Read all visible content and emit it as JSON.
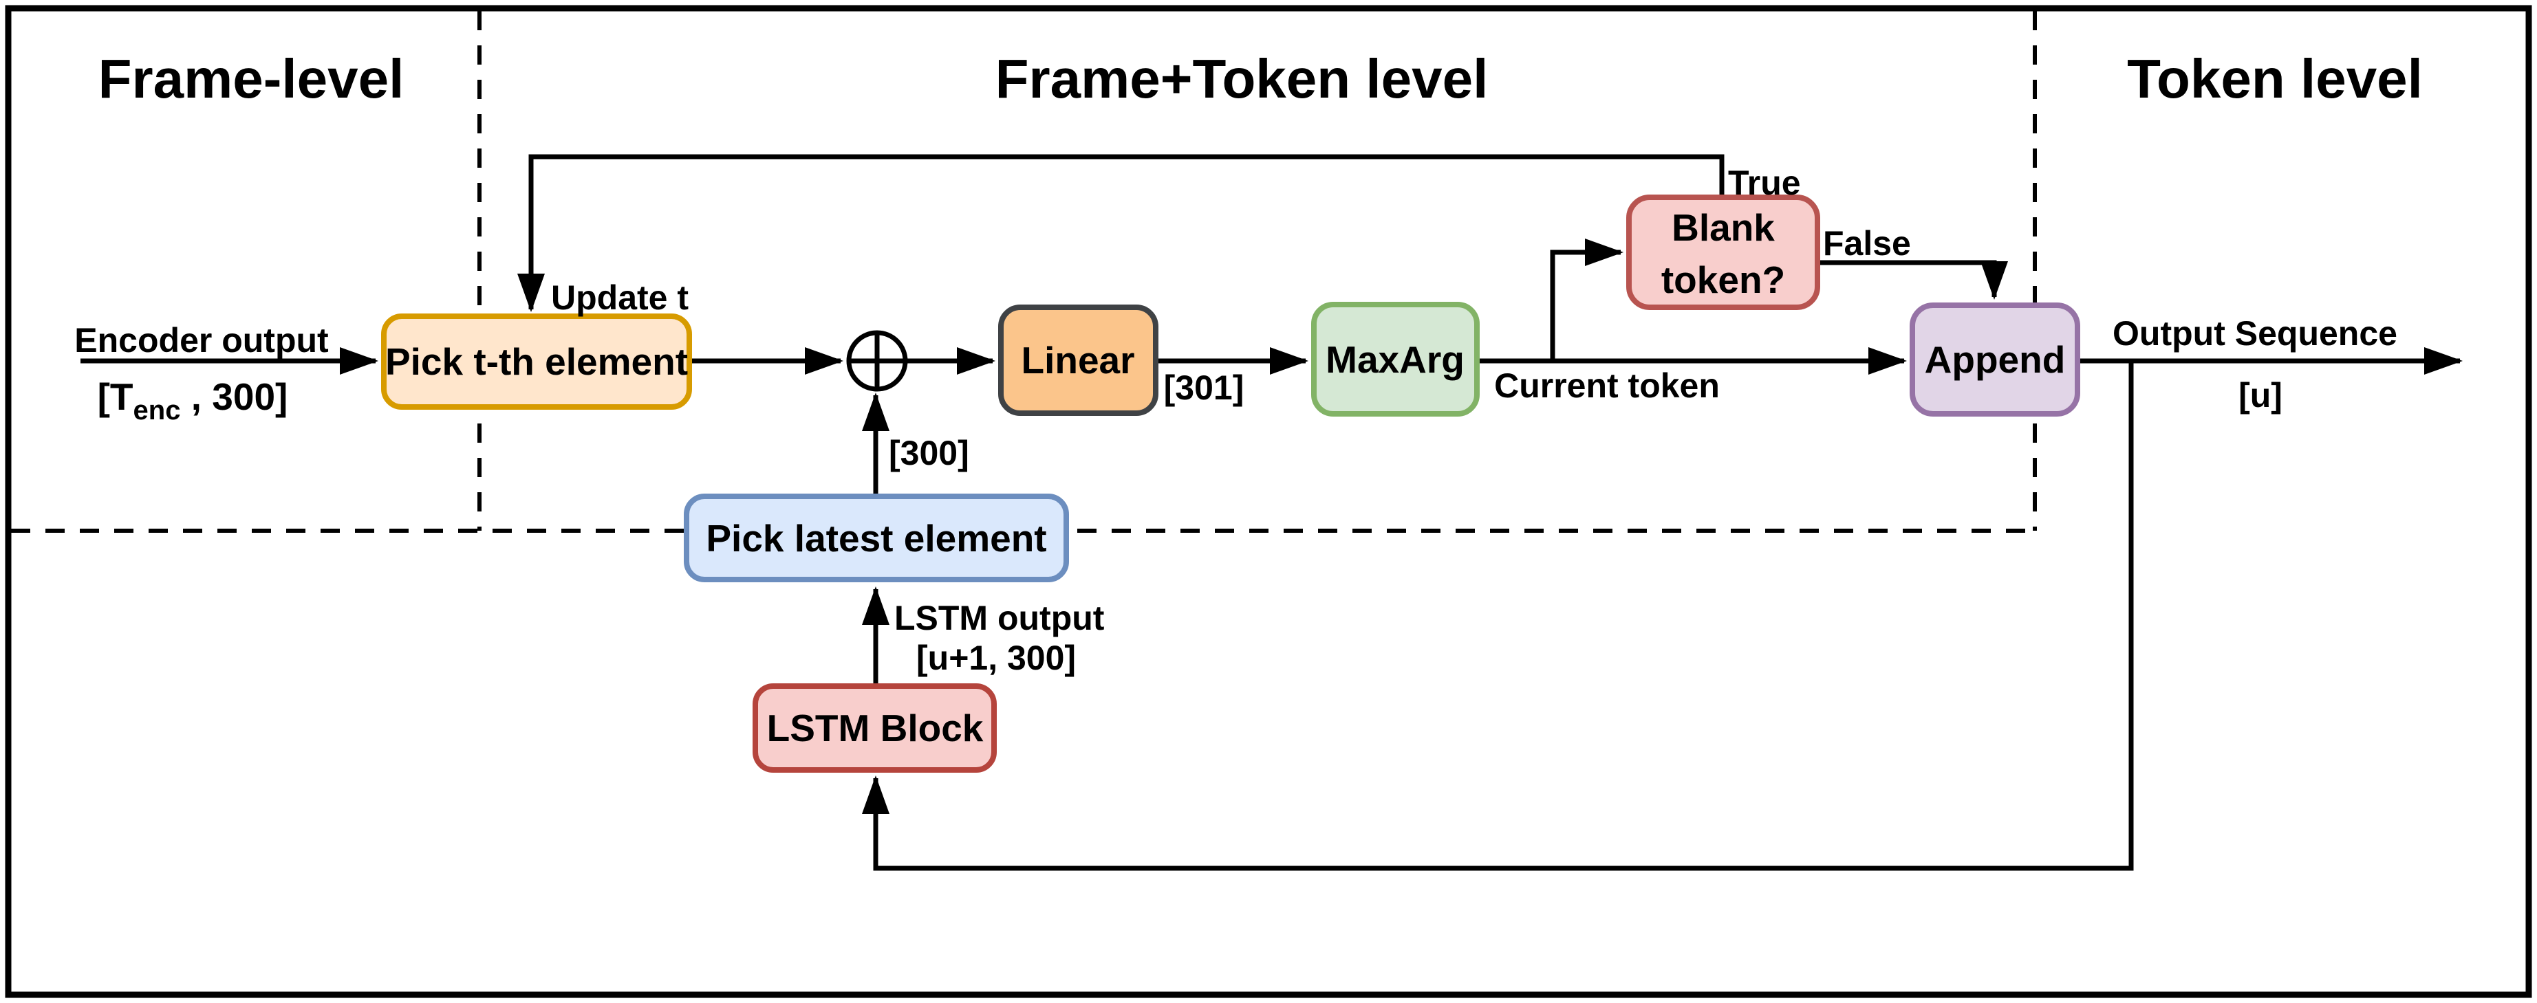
{
  "diagram": {
    "section_titles": {
      "frame_level": "Frame-level",
      "frame_token_level": "Frame+Token level",
      "token_level": "Token level"
    },
    "nodes": {
      "pick_t": {
        "label": "Pick t-th element",
        "fill": "#FFE6CC",
        "stroke": "#D79B00"
      },
      "linear": {
        "label": "Linear",
        "fill": "#FBC58B",
        "stroke": "#3F4245"
      },
      "maxarg": {
        "label": "MaxArg",
        "fill": "#D5E8D4",
        "stroke": "#82B366"
      },
      "blank": {
        "label_line1": "Blank",
        "label_line2": "token?",
        "fill": "#F8CECC",
        "stroke": "#B85450"
      },
      "append": {
        "label": "Append",
        "fill": "#E1D5E7",
        "stroke": "#9673A6"
      },
      "pick_latest": {
        "label": "Pick latest element",
        "fill": "#DAE8FC",
        "stroke": "#6C8EBF"
      },
      "lstm": {
        "label": "LSTM Block",
        "fill": "#F8CECC",
        "stroke": "#B5443C"
      }
    },
    "labels": {
      "encoder_output": "Encoder output",
      "encoder_shape_pre": "[T",
      "encoder_shape_sub": "enc",
      "encoder_shape_post": " , 300]",
      "update_t": "Update t",
      "sum_input_shape": "[300]",
      "linear_output_shape": "[301]",
      "current_token": "Current token",
      "branch_true": "True",
      "branch_false": "False",
      "output_sequence": "Output Sequence",
      "output_shape": "[u]",
      "lstm_output": "LSTM output",
      "lstm_output_shape": "[u+1, 300]"
    },
    "line_color": "#000000"
  }
}
